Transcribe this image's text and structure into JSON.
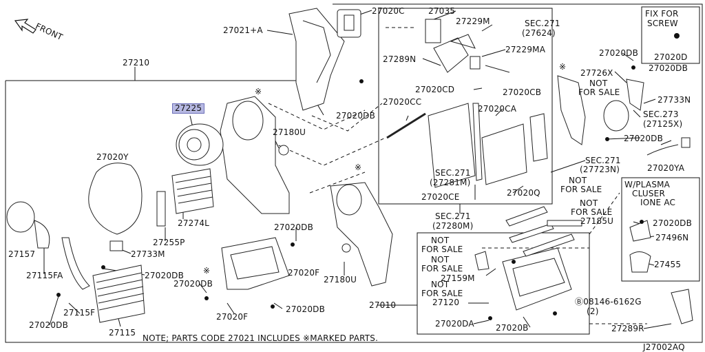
{
  "diagram_code": "J27002AQ",
  "front_label": "FRONT",
  "note": "NOTE; PARTS CODE  27021 INCLUDES ※MARKED PARTS.",
  "fix_for_screw": {
    "title_l1": "FIX FOR",
    "title_l2": "SCREW",
    "part": "27020D"
  },
  "plasma_box": {
    "title_l1": "W/PLASMA",
    "title_l2": "CLUSER",
    "title_l3": "IONE AC"
  },
  "labels": {
    "p27210": "27210",
    "p27021A": "27021+A",
    "p27020C": "27020C",
    "p27035": "27035",
    "p27229M": "27229M",
    "sec271_27624_a": "SEC.271",
    "sec271_27624_b": "(27624)",
    "p27289N": "27289N",
    "p27229MA": "27229MA",
    "p27020DB_top": "27020DB",
    "p27020DB_tr": "27020DB",
    "p27020DB_tr2": "27020DB",
    "p27726X": "27726X",
    "nfs_tr_a": "NOT",
    "nfs_tr_b": "FOR SALE",
    "p27733N": "27733N",
    "sec273_a": "SEC.273",
    "sec273_b": "(27125X)",
    "p27020CD": "27020CD",
    "p27020CB": "27020CB",
    "p27020CC": "27020CC",
    "p27020CA": "27020CA",
    "p27225": "27225",
    "p27180U_top": "27180U",
    "sec271_27281_a": "SEC.271",
    "sec271_27281_b": "(27281M)",
    "p27020DB_r": "27020DB",
    "sec271_27723_a": "SEC.271",
    "sec271_27723_b": "(27723N)",
    "p27020YA": "27020YA",
    "p27020Y": "27020Y",
    "p27020CE": "27020CE",
    "p27020Q": "27020Q",
    "nfs_r1_a": "NOT",
    "nfs_r1_b": "FOR SALE",
    "nfs_r2_a": "NOT",
    "nfs_r2_b": "FOR SALE",
    "p27185U": "27185U",
    "p27274L": "27274L",
    "sec271_27280_a": "SEC.271",
    "sec271_27280_b": "(27280M)",
    "p27020DB_pl": "27020DB",
    "p27496N": "27496N",
    "p27157": "27157",
    "p27255P": "27255P",
    "p27020DB_mid": "27020DB",
    "nfs_m1_a": "NOT",
    "nfs_m1_b": "FOR SALE",
    "p27733M": "27733M",
    "p27455": "27455",
    "nfs_m2_a": "NOT",
    "nfs_m2_b": "FOR SALE",
    "p27115FA": "27115FA",
    "p27020DB_l": "27020DB",
    "p27020F_r": "27020F",
    "p27159M": "27159M",
    "p27020DB_l2": "27020DB",
    "p27180U_bot": "27180U",
    "nfs_m3_a": "NOT",
    "nfs_m3_b": "FOR SALE",
    "p27115F": "27115F",
    "p27010": "27010",
    "p27120": "27120",
    "bolt_a": "Ⓑ08146-6162G",
    "bolt_b": "(2)",
    "p27020DB_b": "27020DB",
    "p27020F_b": "27020F",
    "p27020DB_bl": "27020DB",
    "p27020DA": "27020DA",
    "p27020B": "27020B",
    "p27289R": "27289R",
    "p27115": "27115"
  }
}
